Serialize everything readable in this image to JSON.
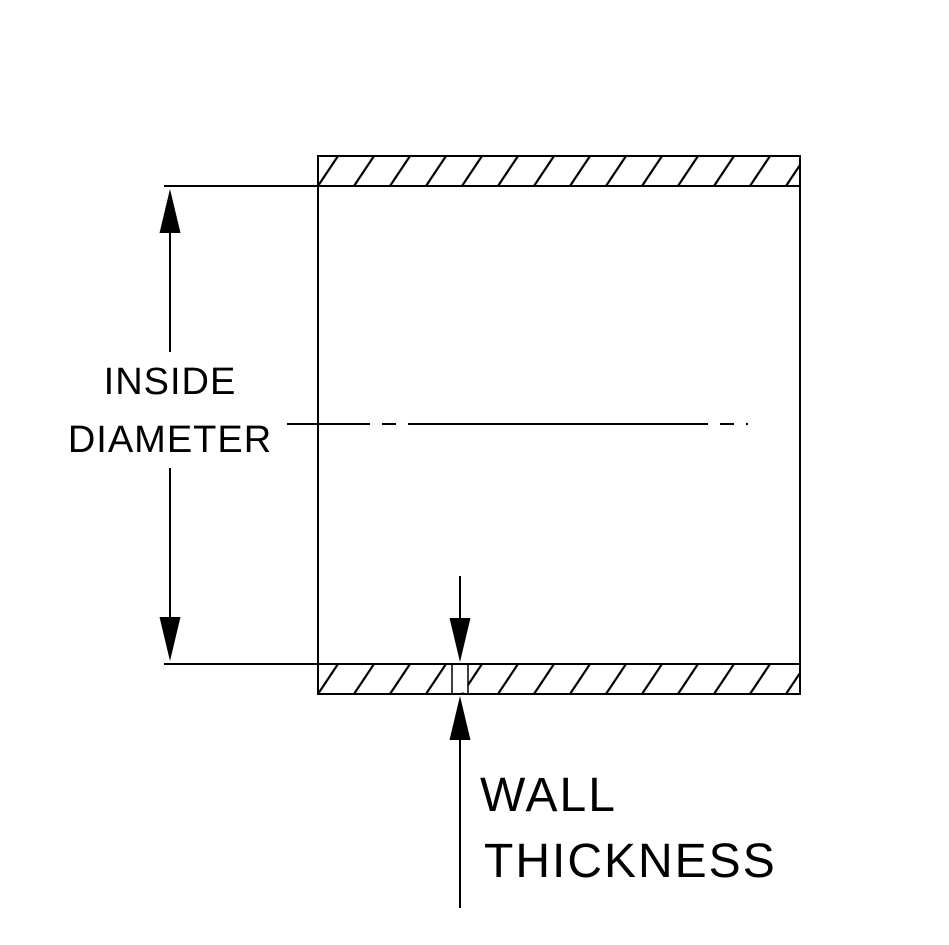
{
  "diagram": {
    "description": "Tube cross-section dimension drawing",
    "labels": {
      "inside_line1": "INSIDE",
      "inside_line2": "DIAMETER",
      "wall_line1": "WALL",
      "wall_line2": "THICKNESS"
    },
    "colors": {
      "line": "#000000",
      "background": "#ffffff"
    }
  }
}
